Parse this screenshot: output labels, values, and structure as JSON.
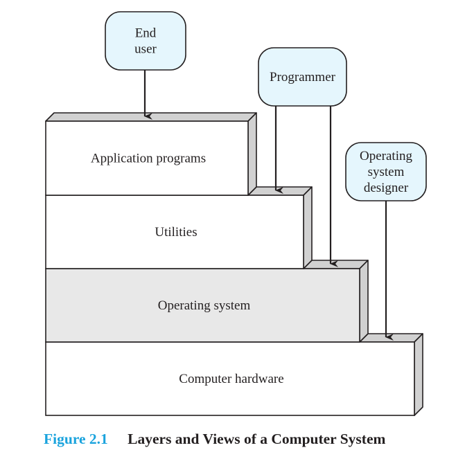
{
  "colors": {
    "stroke": "#231f20",
    "layer_face": "#ffffff",
    "layer_face_highlight": "#e8e8e8",
    "layer_side": "#d1d1d1",
    "role_fill": "#e5f6fd",
    "caption_number": "#1aa3dd",
    "caption_text": "#231f20"
  },
  "layers": [
    {
      "id": "application-programs",
      "label": "Application programs",
      "highlighted": false
    },
    {
      "id": "utilities",
      "label": "Utilities",
      "highlighted": false
    },
    {
      "id": "operating-system",
      "label": "Operating system",
      "highlighted": true
    },
    {
      "id": "computer-hardware",
      "label": "Computer hardware",
      "highlighted": false
    }
  ],
  "roles": [
    {
      "id": "end-user",
      "lines": [
        "End",
        "user"
      ],
      "arrows_to": [
        "application-programs"
      ]
    },
    {
      "id": "programmer",
      "lines": [
        "Programmer"
      ],
      "arrows_to": [
        "utilities",
        "operating-system"
      ]
    },
    {
      "id": "os-designer",
      "lines": [
        "Operating",
        "system",
        "designer"
      ],
      "arrows_to": [
        "computer-hardware"
      ]
    }
  ],
  "caption": {
    "number": "Figure 2.1",
    "title": "Layers and Views of a Computer System"
  }
}
